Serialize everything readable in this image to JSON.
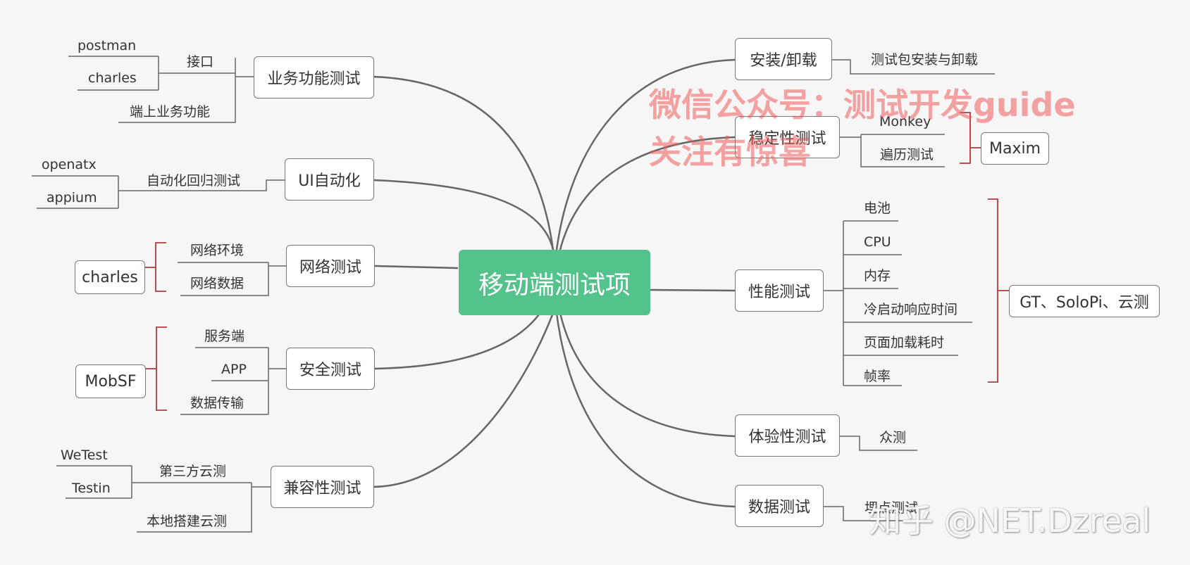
{
  "root": "移动端测试项",
  "left": {
    "business": {
      "title": "业务功能测试",
      "interface": "接口",
      "postman": "postman",
      "charles": "charles",
      "client": "端上业务功能"
    },
    "ui": {
      "title": "UI自动化",
      "regression": "自动化回归测试",
      "openatx": "openatx",
      "appium": "appium"
    },
    "network": {
      "title": "网络测试",
      "env": "网络环境",
      "data": "网络数据",
      "tool": "charles"
    },
    "security": {
      "title": "安全测试",
      "server": "服务端",
      "app": "APP",
      "transfer": "数据传输",
      "tool": "MobSF"
    },
    "compat": {
      "title": "兼容性测试",
      "third": "第三方云测",
      "wetest": "WeTest",
      "testin": "Testin",
      "local": "本地搭建云测"
    }
  },
  "right": {
    "install": {
      "title": "安装/卸载",
      "item": "测试包安装与卸载"
    },
    "stability": {
      "title": "稳定性测试",
      "monkey": "Monkey",
      "traverse": "遍历测试",
      "tool": "Maxim"
    },
    "performance": {
      "title": "性能测试",
      "items": [
        "电池",
        "CPU",
        "内存",
        "冷启动响应时间",
        "页面加载耗时",
        "帧率"
      ],
      "tools": "GT、SoloPi、云测"
    },
    "experience": {
      "title": "体验性测试",
      "item": "众测"
    },
    "data": {
      "title": "数据测试",
      "item": "埋点测试"
    }
  },
  "watermarks": {
    "line1": "微信公众号：测试开发guide",
    "line2": "关注有惊喜",
    "zhihu": "知乎 @NET.Dzreal"
  }
}
